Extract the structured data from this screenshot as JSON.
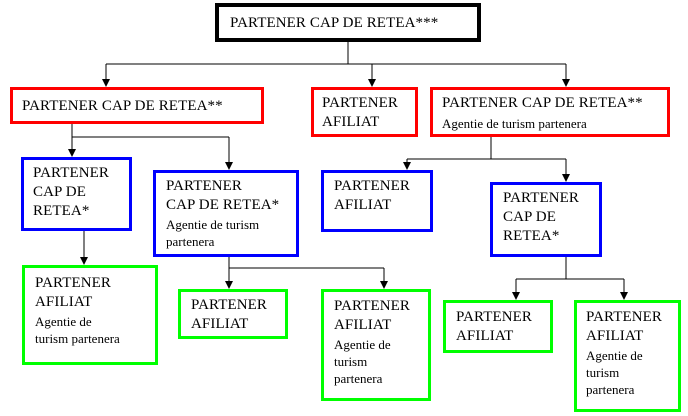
{
  "colors": {
    "top": "#000000",
    "level2": "#ff0000",
    "level3": "#0000ff",
    "level4": "#00ff00"
  },
  "nodes": {
    "root": {
      "title": "PARTENER CAP DE RETEA***"
    },
    "l2_left": {
      "title": "PARTENER CAP DE RETEA**"
    },
    "l2_mid": {
      "title": "PARTENER\nAFILIAT"
    },
    "l2_right": {
      "title": "PARTENER CAP DE RETEA**",
      "sub": "Agentie de turism partenera"
    },
    "l3_a": {
      "title": "PARTENER\nCAP DE\nRETEA*"
    },
    "l3_b": {
      "title": "PARTENER\nCAP DE RETEA*",
      "sub": "Agentie de turism\npartenera"
    },
    "l3_c": {
      "title": "PARTENER\nAFILIAT"
    },
    "l3_d": {
      "title": "PARTENER\nCAP DE\nRETEA*"
    },
    "l4_a": {
      "title": "PARTENER\nAFILIAT",
      "sub": "Agentie de\nturism partenera"
    },
    "l4_b": {
      "title": "PARTENER\nAFILIAT"
    },
    "l4_c": {
      "title": "PARTENER\nAFILIAT",
      "sub": "Agentie de\nturism\npartenera"
    },
    "l4_d": {
      "title": "PARTENER\nAFILIAT"
    },
    "l4_e": {
      "title": "PARTENER\nAFILIAT",
      "sub": "Agentie de\nturism\npartenera"
    }
  }
}
